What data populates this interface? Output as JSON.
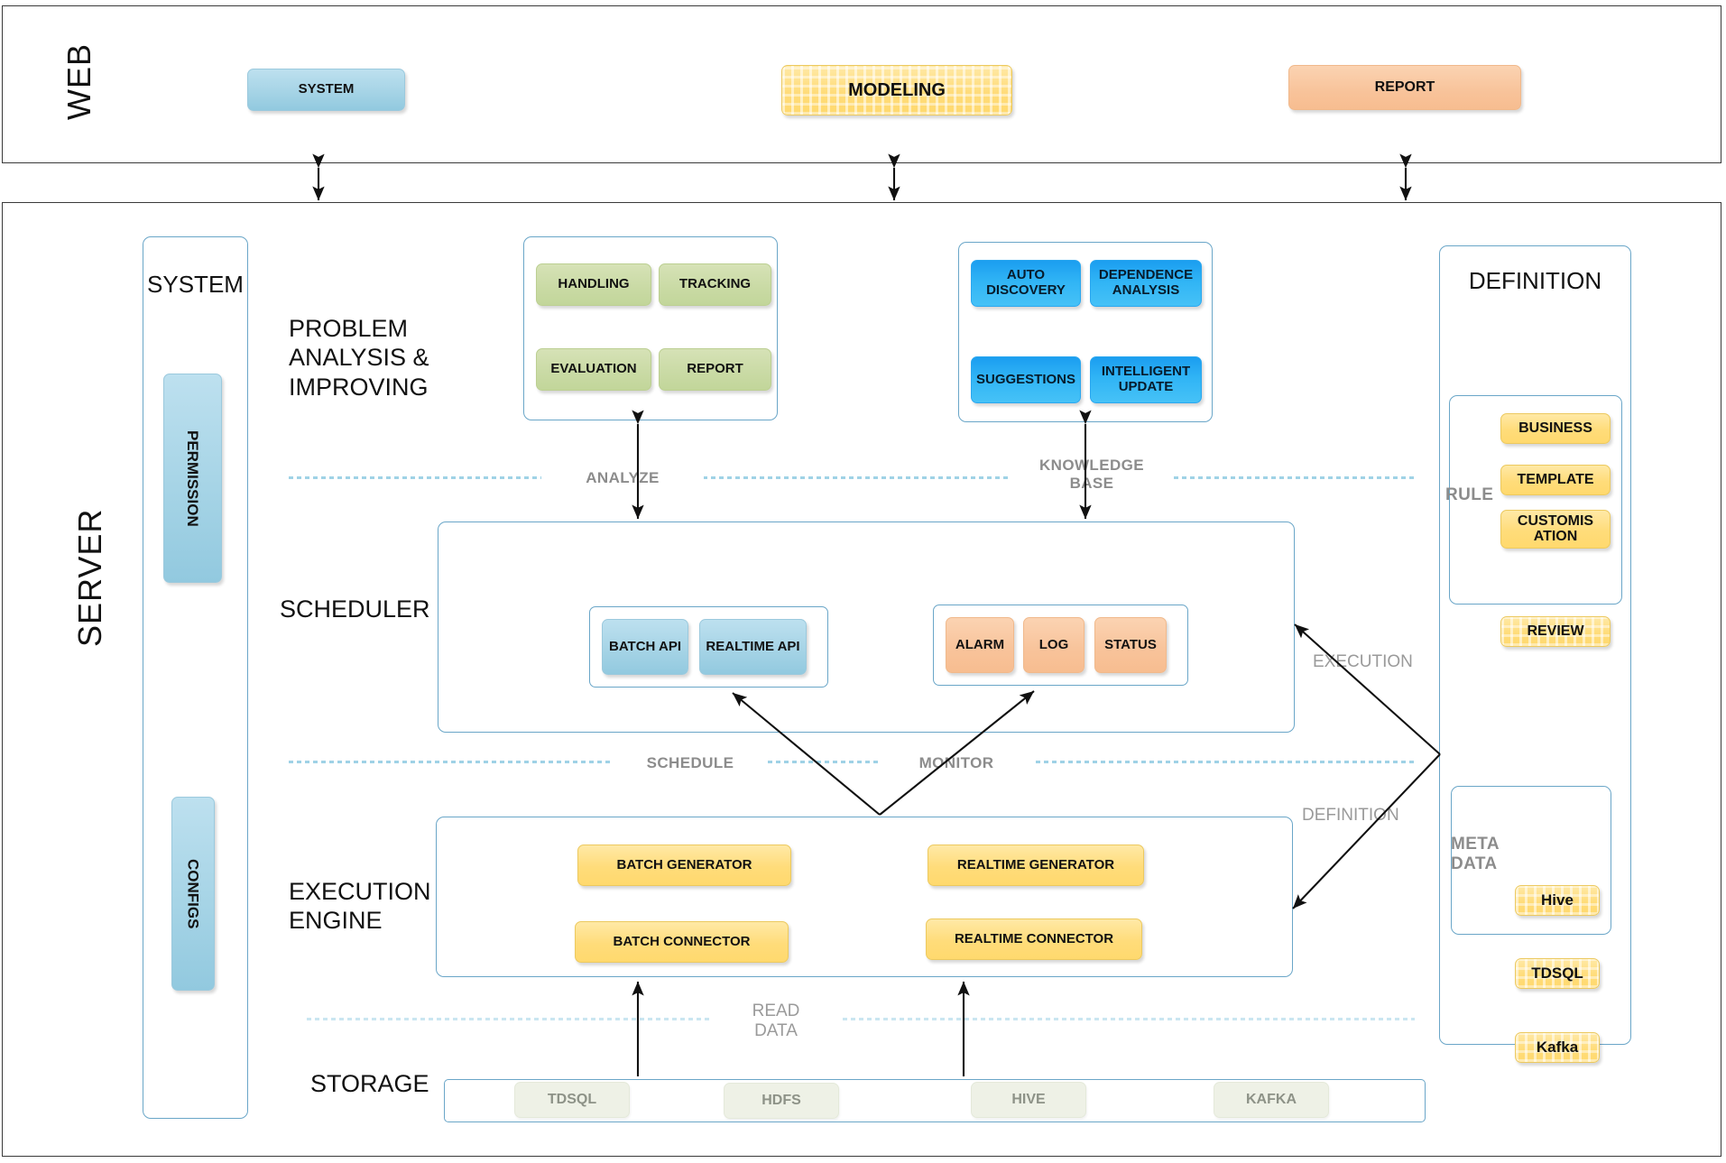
{
  "layers": {
    "web": {
      "label": "WEB"
    },
    "server": {
      "label": "SERVER"
    }
  },
  "web_row": {
    "items": [
      {
        "label": "SYSTEM",
        "color": "#a6d4e6",
        "style": "blue"
      },
      {
        "label": "MODELING",
        "color": "#ffdc7a",
        "style": "yellow-textured"
      },
      {
        "label": "REPORT",
        "color": "#f8c39a",
        "style": "orange"
      }
    ]
  },
  "system_panel": {
    "title": "SYSTEM",
    "items": [
      {
        "label": "PERMISSION"
      },
      {
        "label": "CONFIGS"
      }
    ]
  },
  "sections": {
    "problem_analysis": {
      "label": "PROBLEM\nANALYSIS &\nIMPROVING",
      "items": [
        "HANDLING",
        "TRACKING",
        "EVALUATION",
        "REPORT"
      ]
    },
    "knowledge": {
      "items": [
        "AUTO DISCOVERY",
        "DEPENDENCE ANALYSIS",
        "SUGGESTIONS",
        "INTELLIGENT UPDATE"
      ]
    },
    "scheduler": {
      "label": "SCHEDULER",
      "api_group": [
        "BATCH API",
        "REALTIME API"
      ],
      "monitor_group": [
        "ALARM",
        "LOG",
        "STATUS"
      ]
    },
    "execution_engine": {
      "label": "EXECUTION\nENGINE",
      "items": [
        "BATCH GENERATOR",
        "REALTIME GENERATOR",
        "BATCH CONNECTOR",
        "REALTIME CONNECTOR"
      ]
    },
    "storage": {
      "label": "STORAGE",
      "items": [
        "TDSQL",
        "HDFS",
        "HIVE",
        "KAFKA"
      ]
    }
  },
  "definition_panel": {
    "title": "DEFINITION",
    "rule": {
      "label": "RULE",
      "items": [
        "BUSINESS",
        "TEMPLATE",
        "CUSTOMIS ATION",
        "REVIEW"
      ]
    },
    "meta_data": {
      "label": "META\nDATA",
      "items": [
        "Hive",
        "TDSQL",
        "Kafka"
      ]
    }
  },
  "flow_labels": {
    "analyze": "ANALYZE",
    "knowledge_base": "KNOWLEDGE\nBASE",
    "schedule": "SCHEDULE",
    "monitor": "MONITOR",
    "read_data": "READ\nDATA",
    "execution": "EXECUTION",
    "definition": "DEFINITION"
  },
  "colors": {
    "frame_border": "#3a3a3a",
    "panel_border": "#6aa6c8",
    "blue": "#a6d4e6",
    "green": "#c9daa4",
    "orange": "#f8c39a",
    "yellow": "#ffdc7a",
    "bright_blue": "#30b4f5",
    "pale_storage": "#eef1e6",
    "grey_text": "#8c8c8c",
    "separator": "#9fd2e6"
  }
}
